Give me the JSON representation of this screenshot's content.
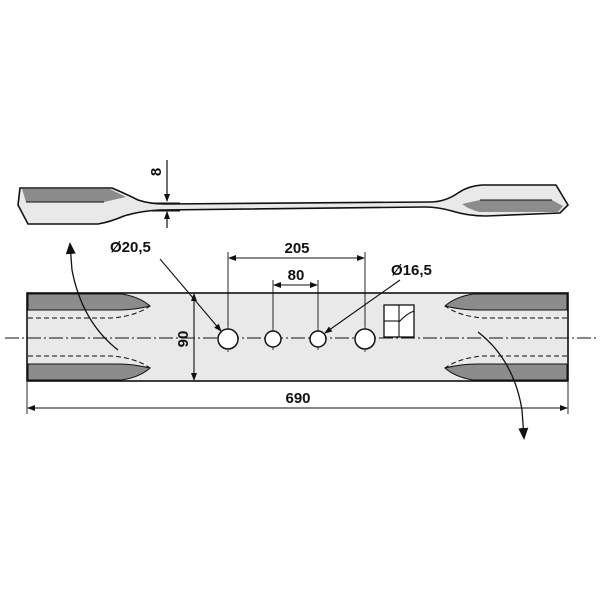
{
  "dimensions": {
    "thickness": "8",
    "large_hole": "Ø20,5",
    "outer_spacing": "205",
    "inner_spacing": "80",
    "small_hole": "Ø16,5",
    "width": "90",
    "length": "690"
  },
  "colors": {
    "blade_fill": "#e9e9e9",
    "edge_fill": "#8c8c8c",
    "outline": "#111111"
  },
  "icons": {
    "rotation_left": "curved-arrow-up-icon",
    "rotation_right": "curved-arrow-down-icon",
    "manufacturer_mark": "logo-mark-icon"
  }
}
